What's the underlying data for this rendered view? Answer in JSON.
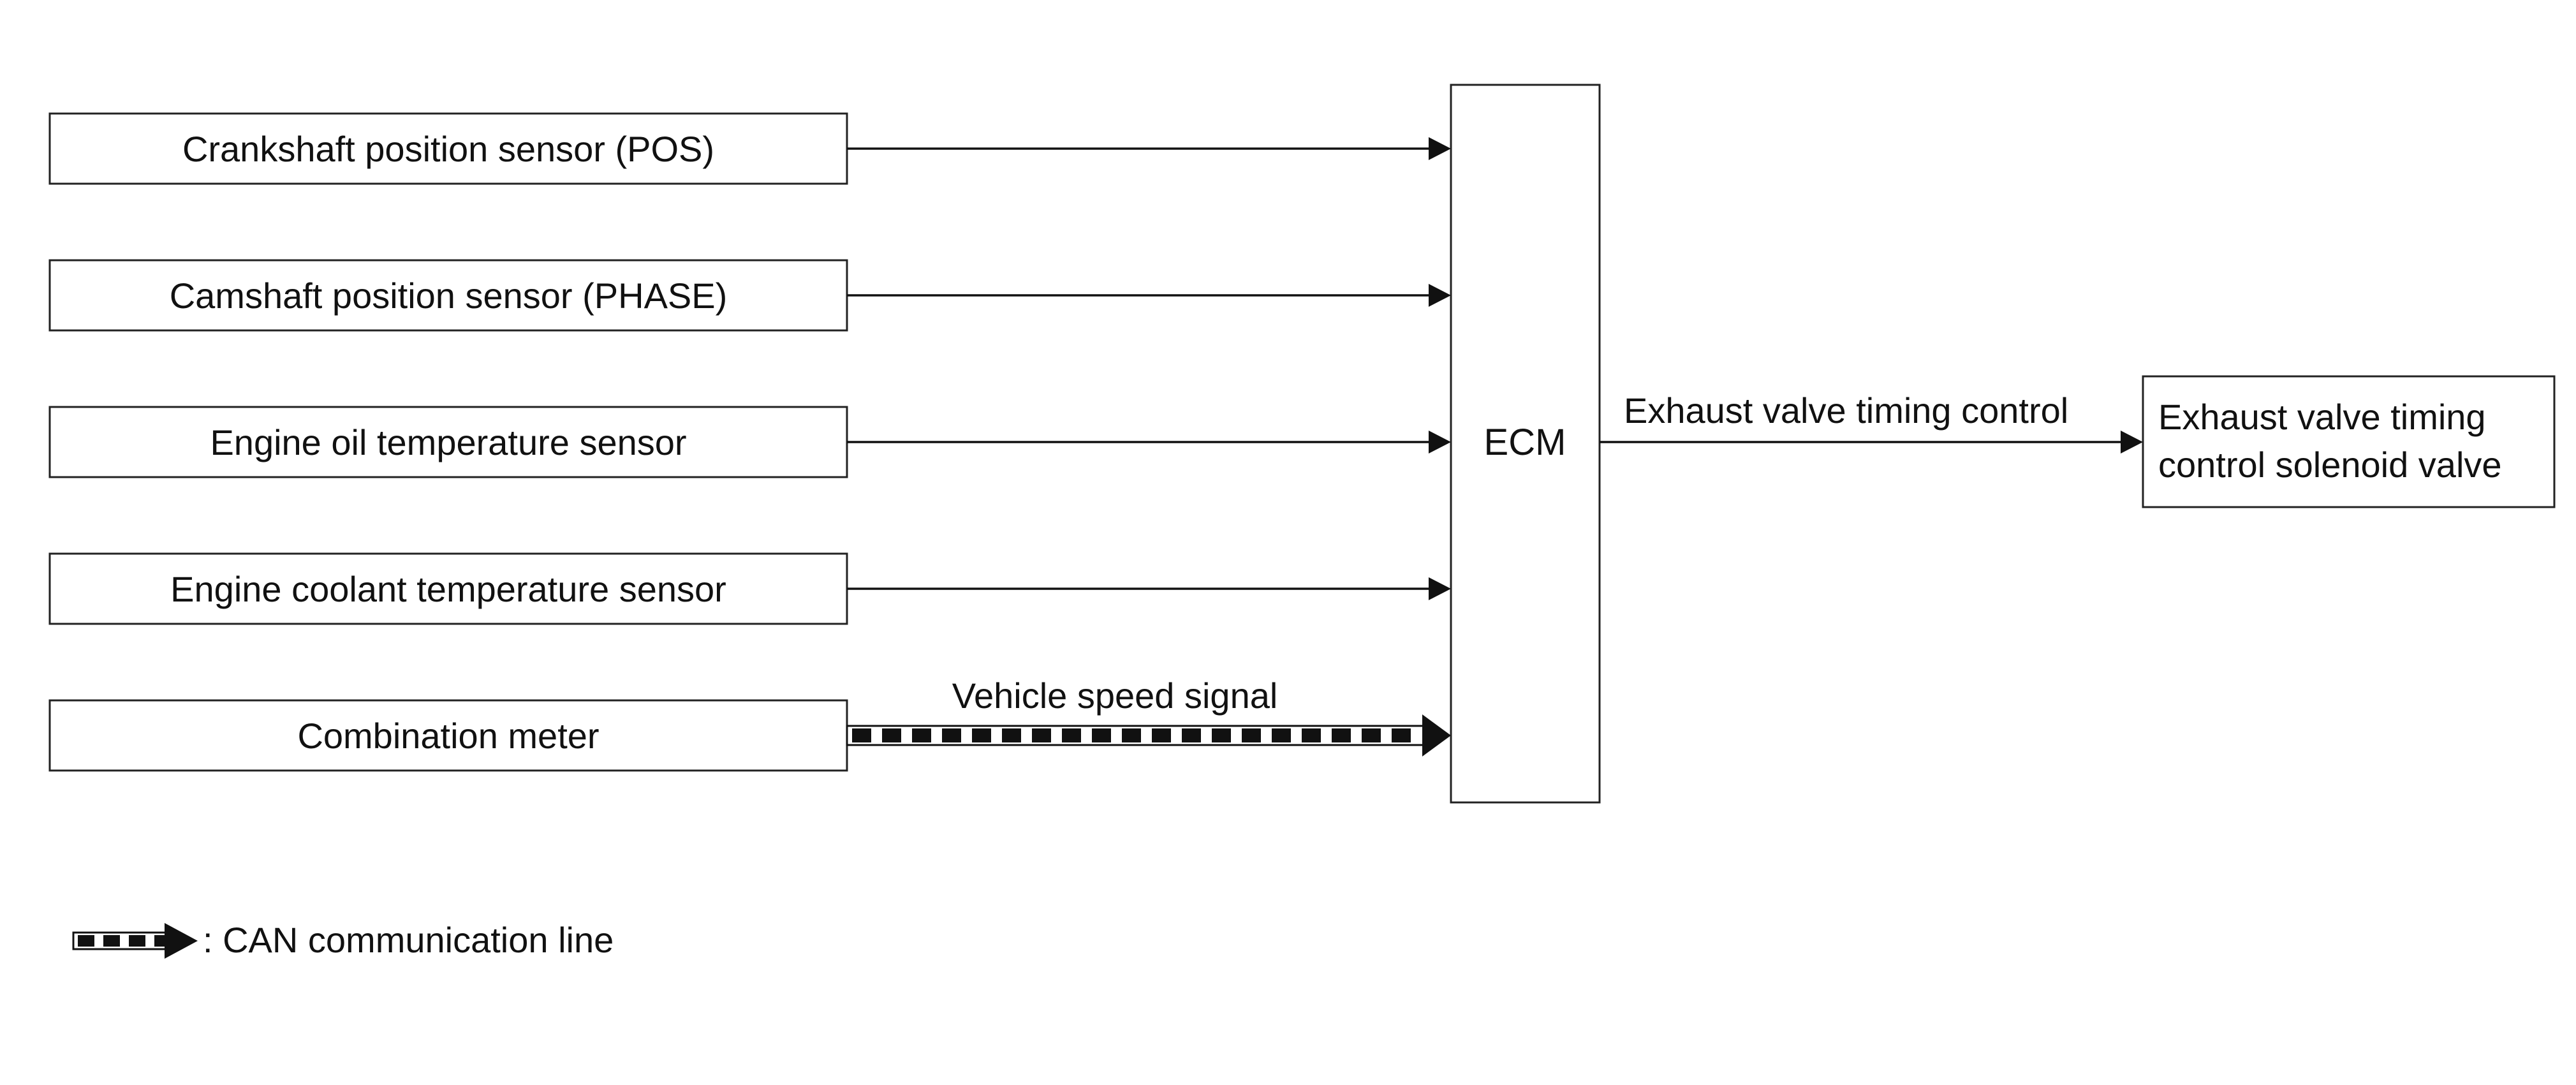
{
  "diagram": {
    "inputs": [
      {
        "label": "Crankshaft position sensor (POS)"
      },
      {
        "label": "Camshaft position sensor (PHASE)"
      },
      {
        "label": "Engine oil temperature sensor"
      },
      {
        "label": "Engine coolant temperature sensor"
      },
      {
        "label": "Combination meter",
        "signal_label": "Vehicle speed signal",
        "line_type": "CAN"
      }
    ],
    "controller": {
      "label": "ECM"
    },
    "output": {
      "signal_label": "Exhaust valve timing control",
      "label_line1": "Exhaust valve timing",
      "label_line2": "control solenoid valve"
    }
  },
  "legend": {
    "label": ": CAN communication line"
  }
}
